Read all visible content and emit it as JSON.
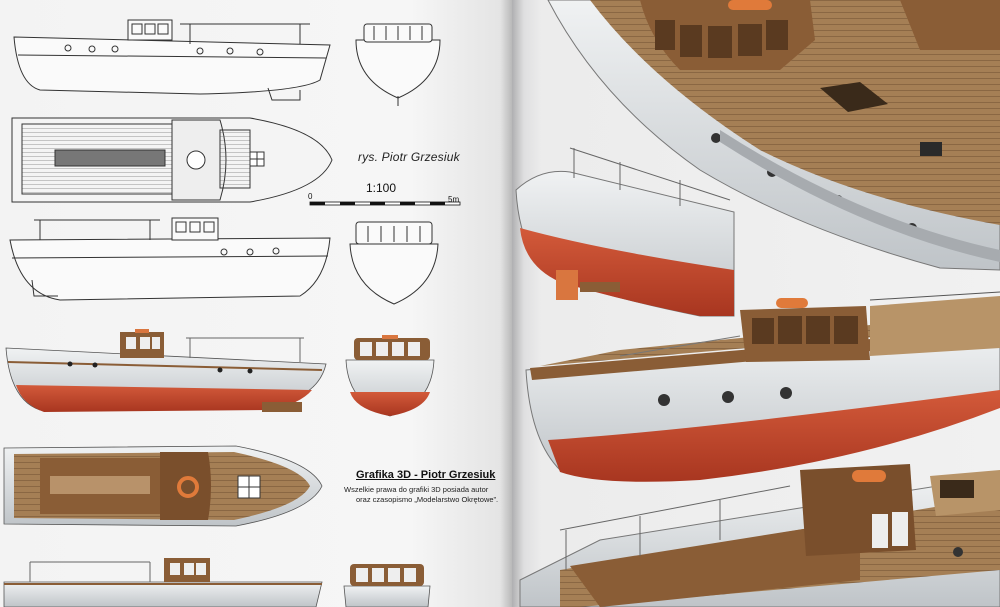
{
  "caption": {
    "drawing_author": "rys. Piotr Grzesiuk",
    "scale": "1:100",
    "scale_start": "0",
    "scale_end": "5m",
    "graphics_credit": "Grafika 3D - Piotr Grzesiuk",
    "copyright_line_1": "Wszelkie prawa do grafiki 3D posiada autor",
    "copyright_line_2": "oraz czasopismo „Modelarstwo Okrętowe”."
  },
  "colors": {
    "hull_white": "#d9dde0",
    "hull_red": "#c24a2e",
    "deck_wood": "#a57f55",
    "cabin_wood": "#8a5d36",
    "line": "#333333"
  }
}
